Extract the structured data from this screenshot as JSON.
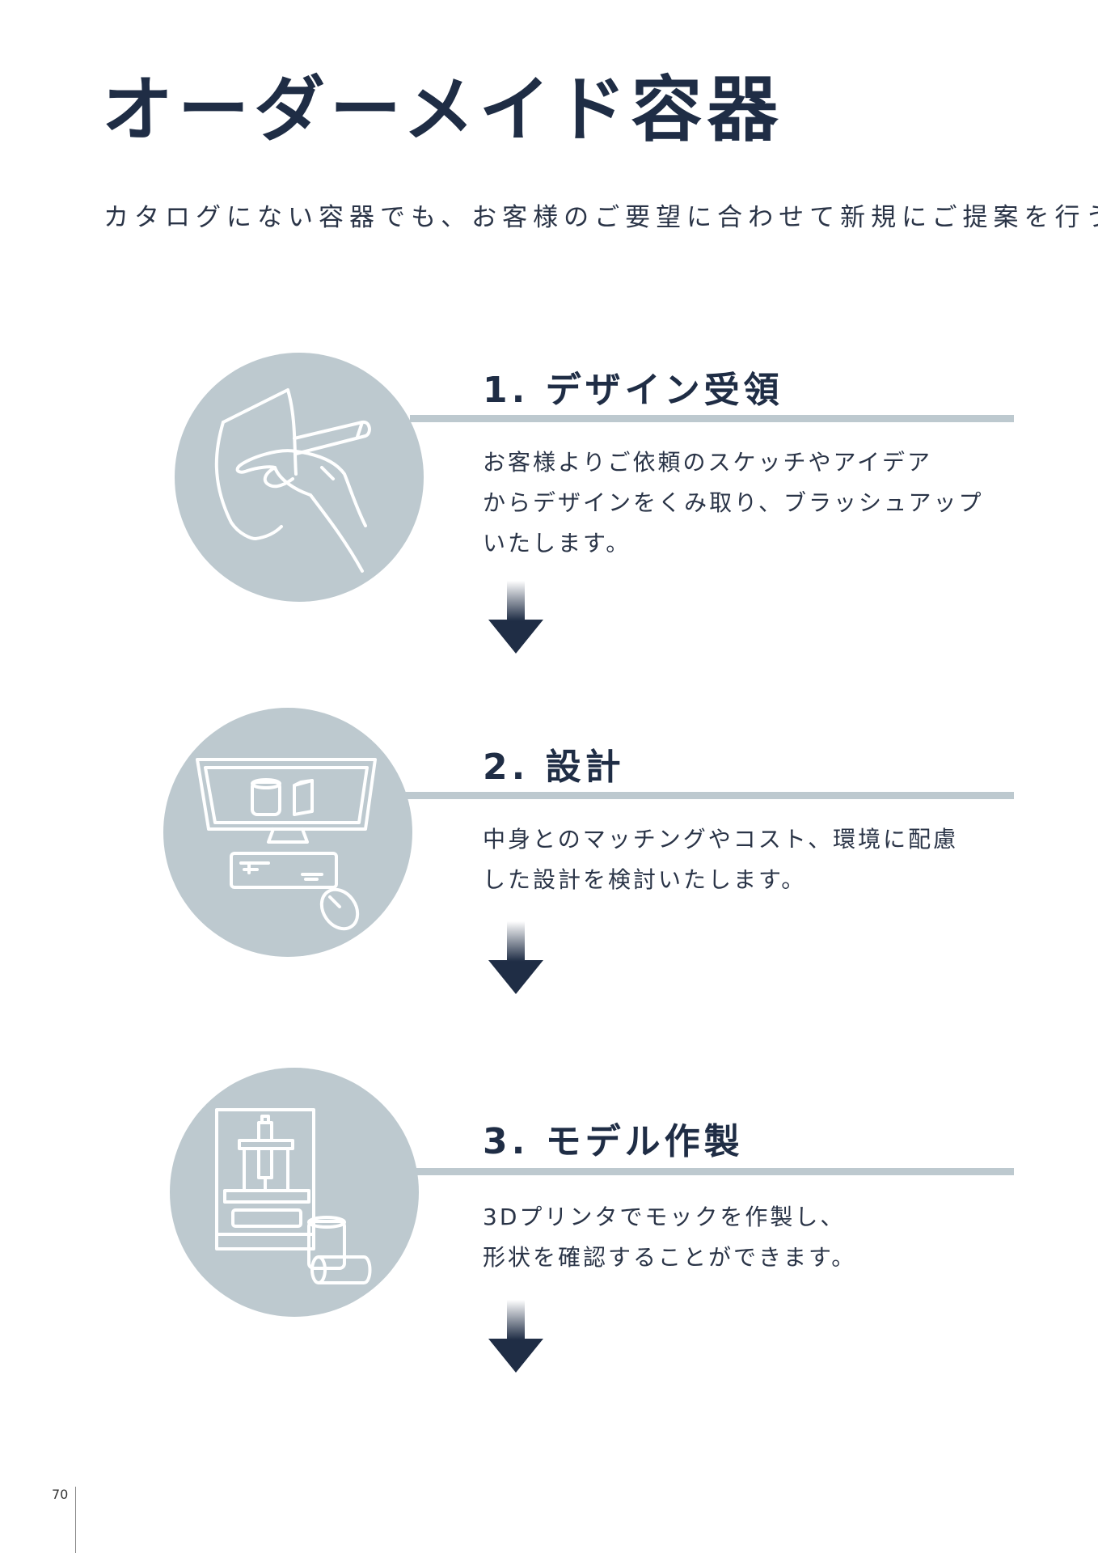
{
  "header": {
    "title": "オーダーメイド容器",
    "intro": "カタログにない容器でも、お客様のご要望に合わせて新規にご提案を行う"
  },
  "steps": [
    {
      "title": "1. デザイン受領",
      "description_lines": [
        "お客様よりご依頼のスケッチやアイデア",
        "からデザインをくみ取り、ブラッシュアップ",
        "いたします。"
      ],
      "icon": "hand-sketching-icon"
    },
    {
      "title": "2. 設計",
      "description_lines": [
        "中身とのマッチングやコスト、環境に配慮",
        "した設計を検討いたします。"
      ],
      "icon": "computer-design-icon"
    },
    {
      "title": "3. モデル作製",
      "description_lines": [
        "3Dプリンタでモックを作製し、",
        "形状を確認することができます。"
      ],
      "icon": "3d-printer-icon"
    }
  ],
  "footer": {
    "page_number": "70"
  },
  "colors": {
    "navy": "#1f2d45",
    "circle": "#bdc9cf",
    "icon_stroke": "#ffffff"
  }
}
